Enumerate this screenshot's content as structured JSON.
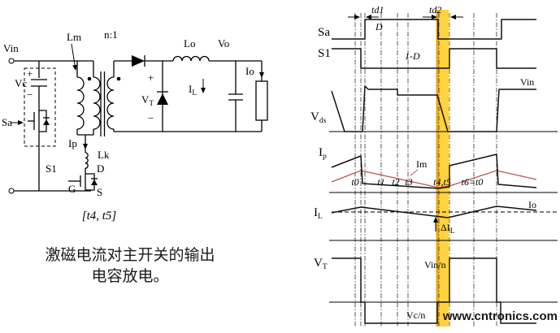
{
  "circuit": {
    "vin": "Vin",
    "lm": "Lm",
    "ratio": "n:1",
    "lo": "Lo",
    "vo": "Vo",
    "io": "Io",
    "vc": "Vc",
    "vc_plus": "+",
    "vc_minus": "−",
    "sa": "Sa",
    "s1": "S1",
    "gate": "G",
    "drain": "D",
    "source": "S",
    "ip": "Ip",
    "lk": "Lk",
    "vt": {
      "main": "V",
      "sub": "T"
    },
    "vt_plus": "+",
    "vt_minus": "−",
    "il": {
      "main": "I",
      "sub": "L"
    },
    "interval": "[t4, t5]",
    "caption_line1": "激磁电流对主开关的输出",
    "caption_line2": "电容放电。"
  },
  "timing": {
    "row_labels": {
      "sa": "Sa",
      "s1": "S1",
      "vds": {
        "main": "V",
        "sub": "ds"
      },
      "ip": {
        "main": "I",
        "sub": "p"
      },
      "il": {
        "main": "I",
        "sub": "L"
      },
      "vt": {
        "main": "V",
        "sub": "T"
      }
    },
    "annotations": {
      "d": "D",
      "one_minus_d": "1-D",
      "td1": "td1",
      "td2": "td2",
      "vin": "Vin",
      "im": "Im",
      "io": "Io",
      "delta_il": {
        "main": "ΔI",
        "sub": "L"
      },
      "vin_over_n": "Vin/n",
      "vc_over_n": "Vc/n"
    },
    "time_labels": [
      "t0",
      "t1",
      "t2",
      "t3",
      "t4,t5",
      "t6=t0"
    ]
  },
  "watermark": "www.cntronics.com",
  "colors": {
    "highlight_band": "#ffd23f",
    "highlight_edge": "#f0a500",
    "magnetizing_current": "#c0504d",
    "watermark_green": "#7ec143"
  }
}
